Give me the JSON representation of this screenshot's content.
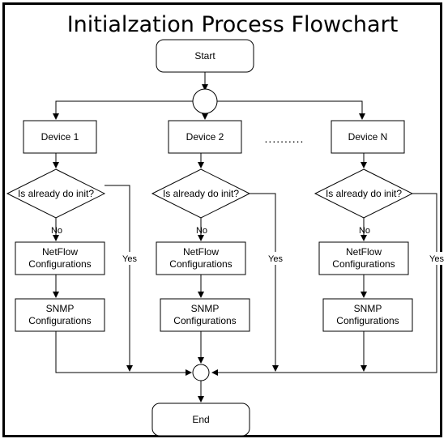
{
  "title": "Initialzation Process Flowchart",
  "start_label": "Start",
  "end_label": "End",
  "ellipsis": "..........",
  "columns": [
    {
      "device": "Device 1",
      "decision": "Is already do init?",
      "no_label": "No",
      "yes_label": "Yes",
      "netflow": [
        "NetFlow",
        "Configurations"
      ],
      "snmp": [
        "SNMP",
        "Configurations"
      ]
    },
    {
      "device": "Device 2",
      "decision": "Is already do init?",
      "no_label": "No",
      "yes_label": "Yes",
      "netflow": [
        "NetFlow",
        "Configurations"
      ],
      "snmp": [
        "SNMP",
        "Configurations"
      ]
    },
    {
      "device": "Device N",
      "decision": "Is already do init?",
      "no_label": "No",
      "yes_label": "Yes",
      "netflow": [
        "NetFlow",
        "Configurations"
      ],
      "snmp": [
        "SNMP",
        "Configurations"
      ]
    }
  ]
}
